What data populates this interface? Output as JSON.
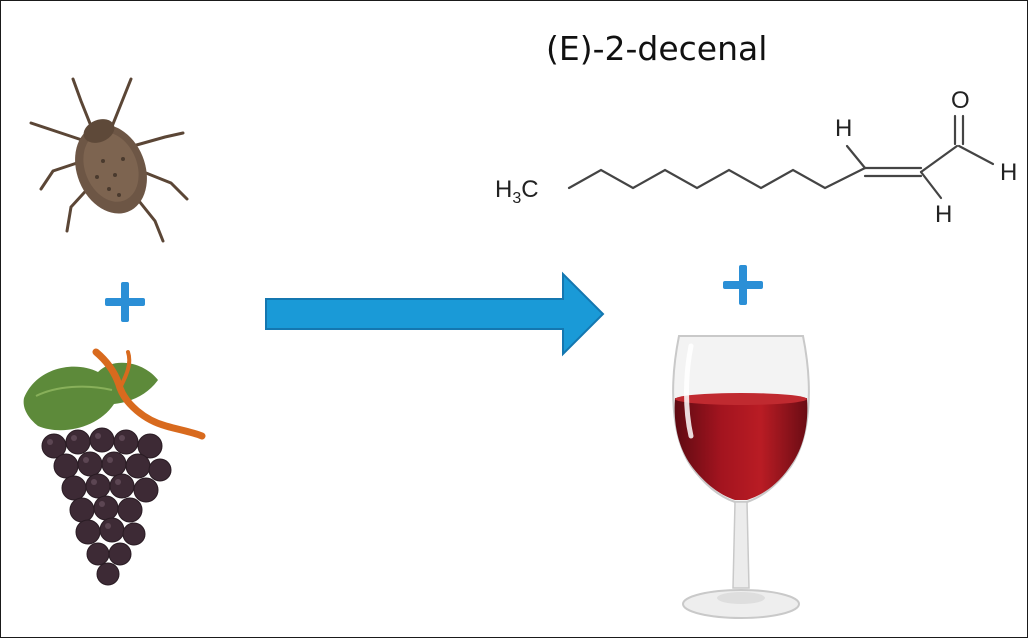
{
  "title": "(E)-2-decenal",
  "molecule": {
    "methyl_label": "H",
    "methyl_sub": "3",
    "methyl_carbon": "C",
    "h_top": "H",
    "h_bottom": "H",
    "h_right": "H",
    "oxygen": "O"
  },
  "colors": {
    "plus": "#2b8fd6",
    "arrow": "#1a9ad7",
    "arrow_stroke": "#1477b0",
    "bond": "#444444",
    "wine": "#8f111b",
    "bug": "#6d5645",
    "grape": "#3d2a35",
    "leaf": "#5d8a3a"
  },
  "icons": [
    "stink-bug-icon",
    "grape-bunch-icon",
    "plus-icon",
    "arrow-icon",
    "wine-glass-icon"
  ]
}
